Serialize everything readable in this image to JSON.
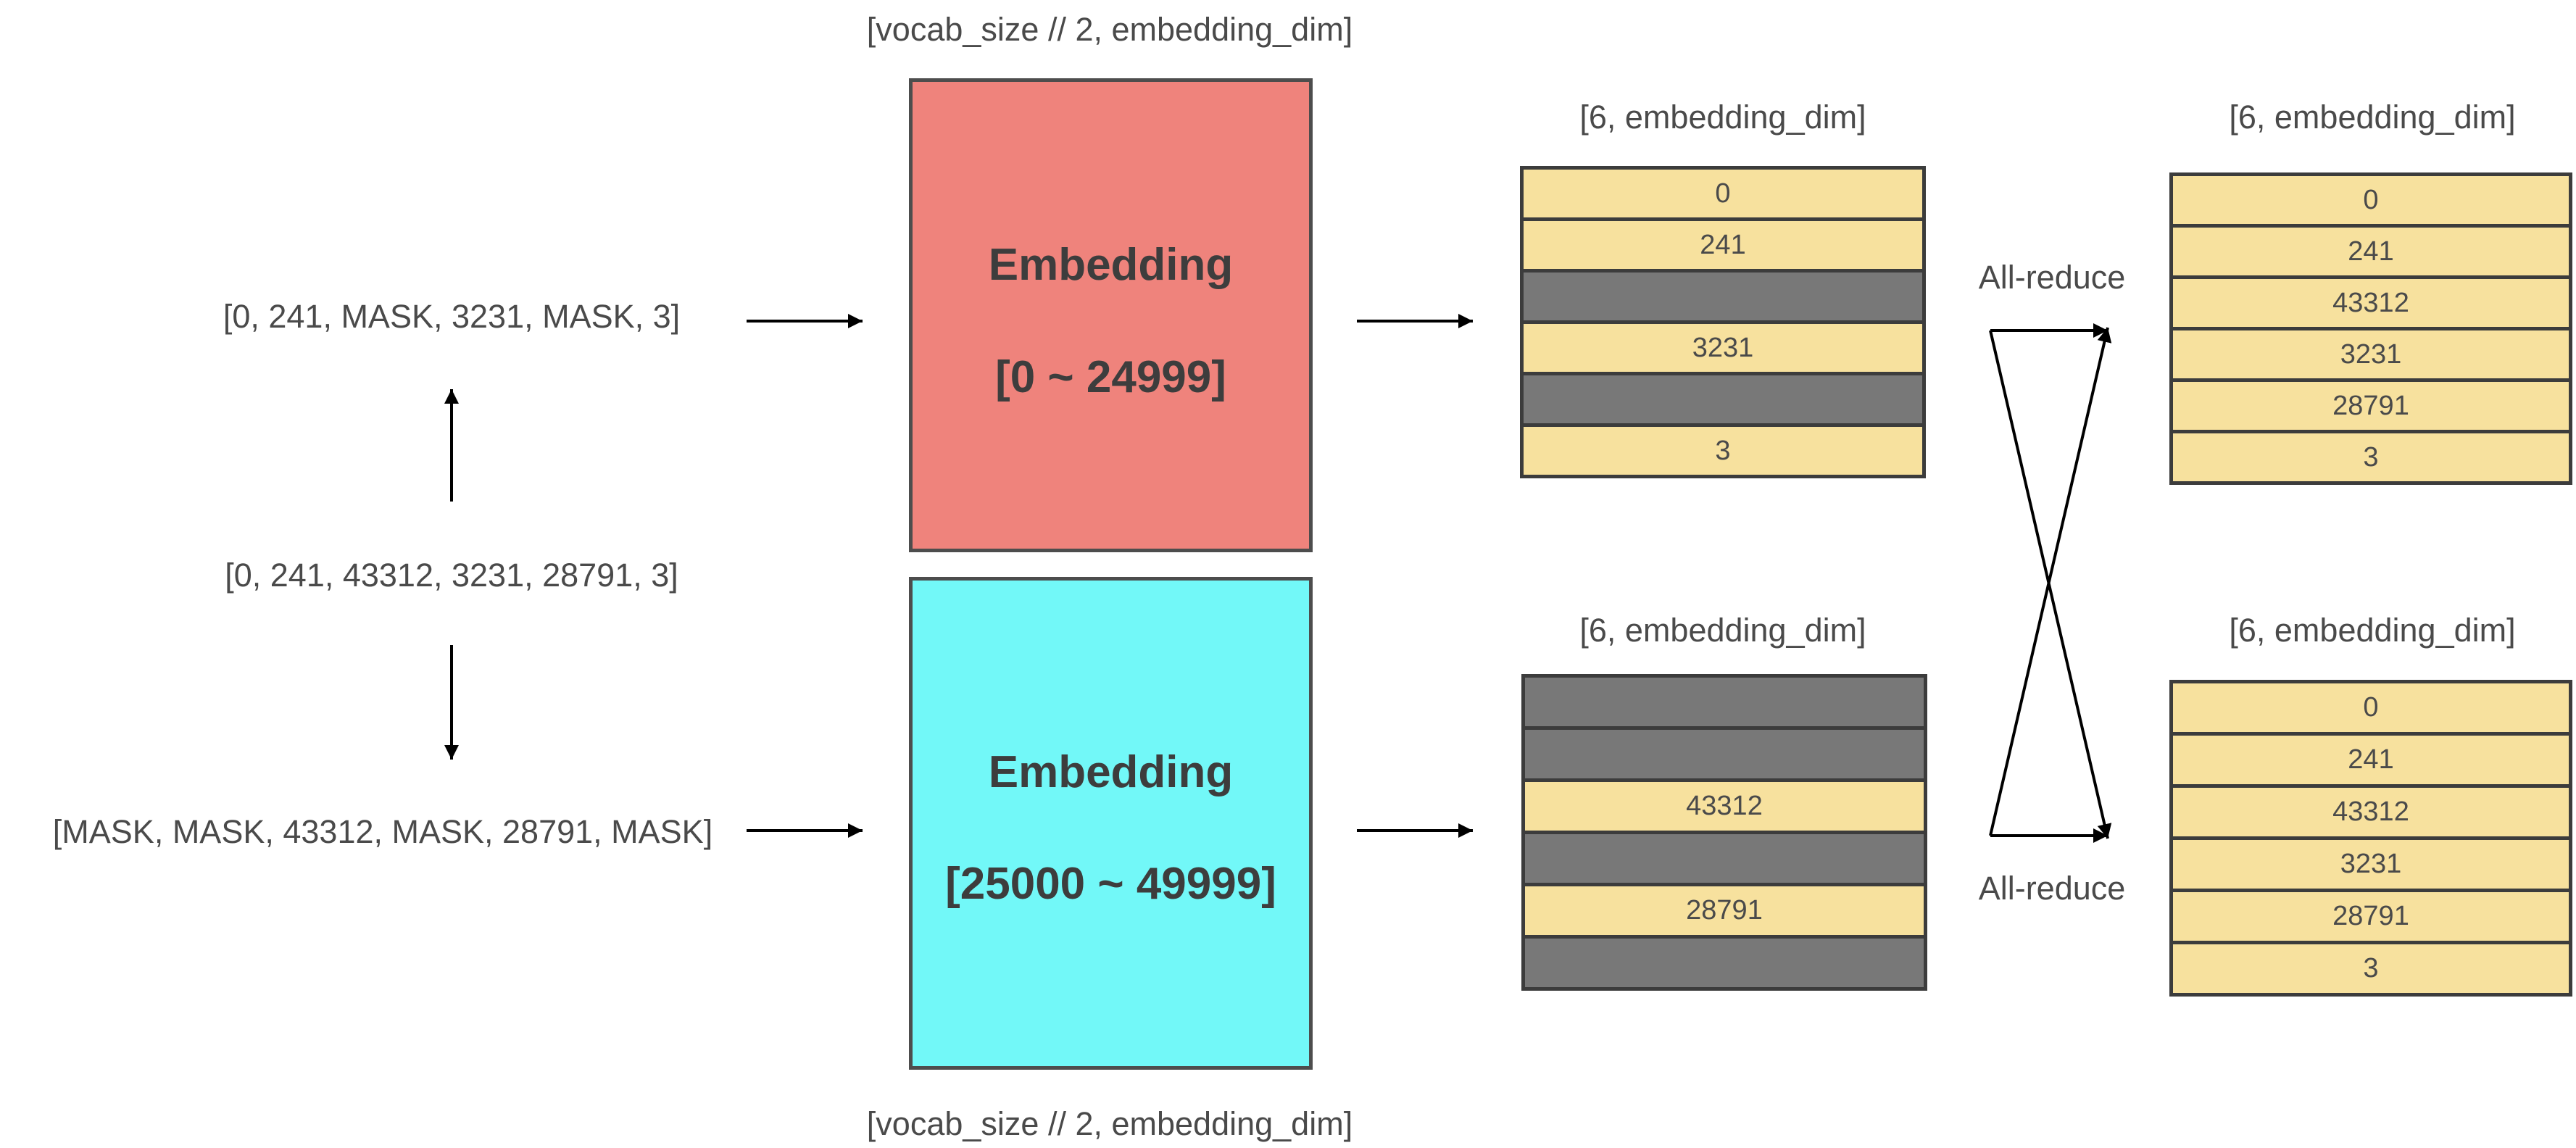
{
  "inputs": {
    "top": "[0, 241, MASK, 3231, MASK, 3]",
    "middle": "[0, 241, 43312, 3231, 28791, 3]",
    "bottom": "[MASK, MASK, 43312, MASK, 28791, MASK]"
  },
  "embeddings": {
    "top": {
      "shape": "[vocab_size // 2, embedding_dim]",
      "title": "Embedding",
      "range": "[0 ~ 24999]",
      "color": "#ef837c"
    },
    "bottom": {
      "shape": "[vocab_size // 2, embedding_dim]",
      "title": "Embedding",
      "range": "[25000 ~ 49999]",
      "color": "#72f8f8"
    }
  },
  "partial_outputs": {
    "top": {
      "shape": "[6, embedding_dim]",
      "rows": [
        "0",
        "241",
        "MASK",
        "3231",
        "MASK",
        "3"
      ]
    },
    "bottom": {
      "shape": "[6, embedding_dim]",
      "rows": [
        "MASK",
        "MASK",
        "43312",
        "MASK",
        "28791",
        "MASK"
      ]
    }
  },
  "allreduce": {
    "top_label": "All-reduce",
    "bottom_label": "All-reduce"
  },
  "final_outputs": {
    "top": {
      "shape": "[6, embedding_dim]",
      "rows": [
        "0",
        "241",
        "43312",
        "3231",
        "28791",
        "3"
      ]
    },
    "bottom": {
      "shape": "[6, embedding_dim]",
      "rows": [
        "0",
        "241",
        "43312",
        "3231",
        "28791",
        "3"
      ]
    }
  },
  "colors": {
    "value_row": "#f7e19e",
    "masked_row": "#787878",
    "border": "#3c3c3c",
    "text": "#4a4a4a"
  }
}
